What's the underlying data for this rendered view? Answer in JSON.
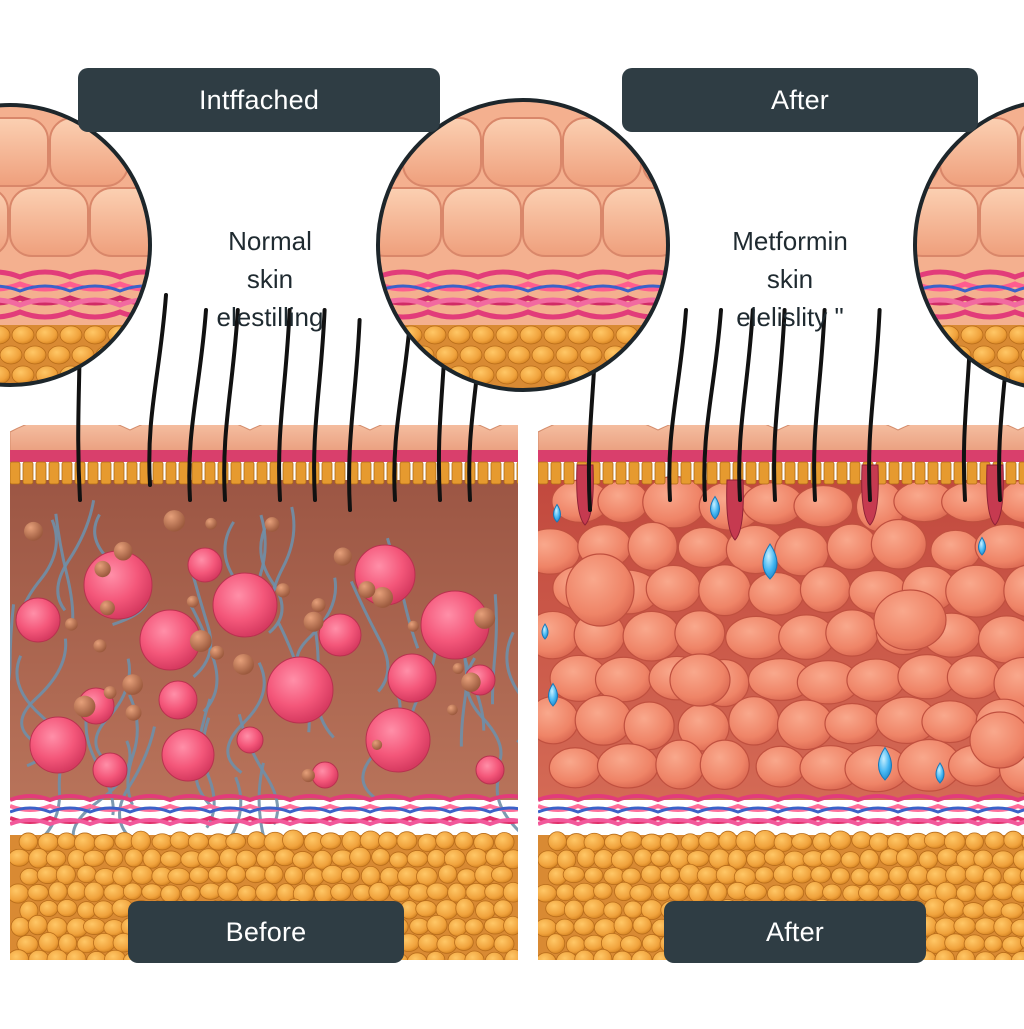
{
  "labels": {
    "top_left": "Intffached",
    "top_right": "After",
    "bottom_left": "Before",
    "bottom_right": "After"
  },
  "captions": {
    "left": [
      "Normal",
      "skin",
      "elestilling"
    ],
    "right": [
      "Metformin",
      "skin",
      "elelislity \""
    ]
  },
  "colors": {
    "label_background": "#2f3d44",
    "label_text": "#ffffff",
    "epidermis": "#f2b08d",
    "dermis_left": "#a9614a",
    "fibers": "#e23c7a",
    "vessel": "#3b62c9",
    "fat": "#f0a23c",
    "cells_left": "#f45a79",
    "cells_right": "#f28a6d",
    "droplet": "#43b6f2"
  }
}
